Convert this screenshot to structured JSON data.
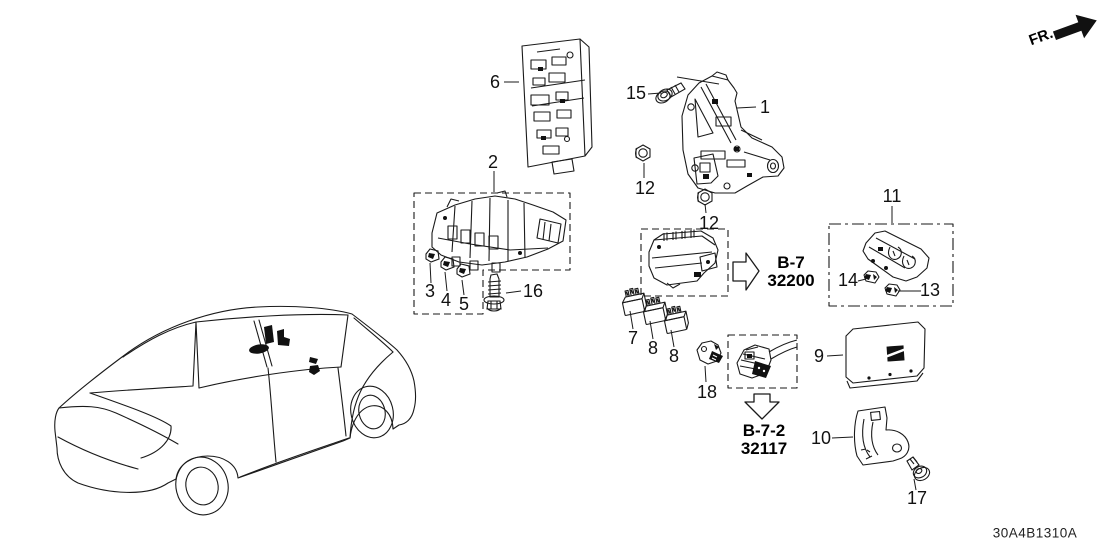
{
  "diagram": {
    "code": "30A4B1310A",
    "direction_label": "FR.",
    "direction_icon": "solid-right-arrow-icon",
    "callouts": [
      {
        "part": "6",
        "text": "6"
      },
      {
        "part": "2",
        "text": "2"
      },
      {
        "part": "15",
        "text": "15"
      },
      {
        "part": "1",
        "text": "1"
      },
      {
        "part": "12",
        "text": "12"
      },
      {
        "part": "12",
        "text": "12"
      },
      {
        "part": "3",
        "text": "3"
      },
      {
        "part": "4",
        "text": "4"
      },
      {
        "part": "5",
        "text": "5"
      },
      {
        "part": "16",
        "text": "16"
      },
      {
        "part": "7",
        "text": "7"
      },
      {
        "part": "8",
        "text": "8"
      },
      {
        "part": "8",
        "text": "8"
      },
      {
        "part": "18",
        "text": "18"
      },
      {
        "part": "11",
        "text": "11"
      },
      {
        "part": "14",
        "text": "14"
      },
      {
        "part": "13",
        "text": "13"
      },
      {
        "part": "9",
        "text": "9"
      },
      {
        "part": "10",
        "text": "10"
      },
      {
        "part": "17",
        "text": "17"
      }
    ],
    "cross_refs": [
      {
        "label": "B-7",
        "part_no": "32200",
        "arrow_icon": "hollow-right-arrow-icon"
      },
      {
        "label": "B-7-2",
        "part_no": "32117",
        "arrow_icon": "hollow-down-arrow-icon"
      }
    ],
    "line_color": "#1a1a1a",
    "mark_color": "#111111",
    "background_color": "#ffffff"
  }
}
